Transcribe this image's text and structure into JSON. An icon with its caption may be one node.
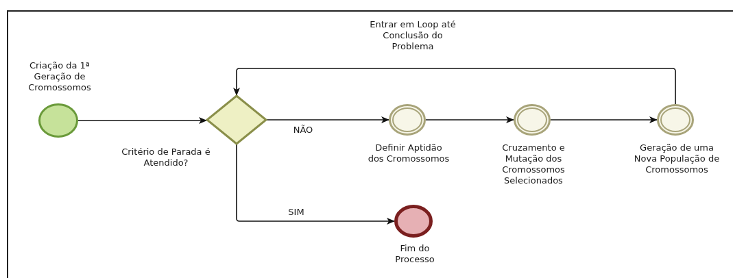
{
  "diagram": {
    "nodes": [
      {
        "text": [
          "Criação da 1ª Geração de Cromossomos"
        ]
      },
      {
        "text": [
          "Critério de Parada é Atendido?"
        ]
      },
      {
        "text": [
          "Definir Aptidão dos Cromossomos"
        ]
      },
      {
        "text": [
          "Cruzamento e Mutação dos Cromossomos Selecionados"
        ]
      },
      {
        "text": [
          "Geração de uma Nova População de Cromossomos"
        ]
      },
      {
        "text": [
          "Fim do Processo"
        ]
      }
    ],
    "edges": [
      {
        "from": 0,
        "to": 1,
        "arrow": "to"
      },
      {
        "from": 1,
        "to": 2,
        "arrow": "to",
        "label": "NÃO"
      },
      {
        "from": 2,
        "to": 3,
        "arrow": "to"
      },
      {
        "from": 3,
        "to": 4,
        "arrow": "to"
      },
      {
        "from": 4,
        "to": 1,
        "arrow": "to",
        "label": "Entrar em Loop até Conclusão do Problema"
      },
      {
        "from": 1,
        "to": 5,
        "arrow": "to",
        "label": "SIM"
      }
    ]
  }
}
